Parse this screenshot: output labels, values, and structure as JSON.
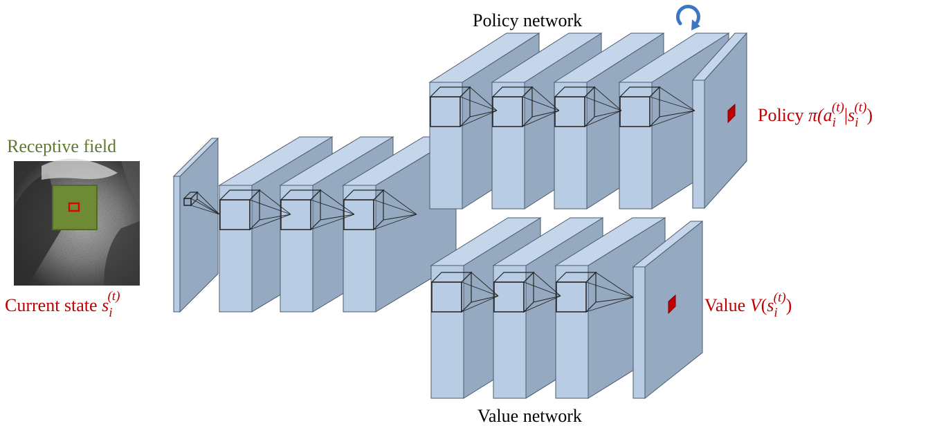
{
  "labels": {
    "policy_network": "Policy network",
    "value_network": "Value network",
    "receptive_field": "Receptive field",
    "current_state_prefix": "Current state ",
    "current_state_symbol": "s",
    "current_state_sub": "i",
    "current_state_sup": "(t)",
    "policy_prefix": "Policy ",
    "policy_pi": "π(",
    "policy_a": "a",
    "policy_a_sub": "i",
    "policy_a_sup": "(t)",
    "policy_bar": "|",
    "policy_s": "s",
    "policy_s_sub": "i",
    "policy_s_sup": "(t)",
    "policy_close": ")",
    "value_prefix": "Value ",
    "value_V": "V",
    "value_open": "(",
    "value_s": "s",
    "value_s_sub": "i",
    "value_s_sup": "(t)",
    "value_close": ")"
  },
  "colors": {
    "block_front": "#b8cce4",
    "block_side": "#95a9c0",
    "block_top": "#c6d6ea",
    "block_stroke": "#4a5a6e",
    "highlight_red": "#c00000",
    "receptive_green": "#6e8a36",
    "recurrent_arrow": "#3c78c2"
  },
  "icons": {
    "recurrent": "circular-arrow-icon",
    "input_image": "grayscale-portrait-image"
  }
}
